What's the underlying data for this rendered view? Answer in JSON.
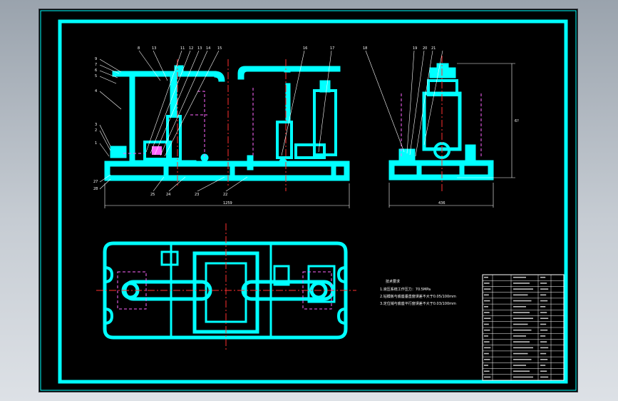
{
  "colors": {
    "outline": "#00ffff",
    "centerline": "#ff3030",
    "hatch": "#ff66ff",
    "annotation": "#ffffff",
    "paper": "#000000"
  },
  "front_view": {
    "balloons_top": [
      "8",
      "13",
      "11",
      "12",
      "13",
      "14",
      "15",
      "16",
      "17"
    ],
    "balloons_left": [
      "9",
      "7",
      "6",
      "5",
      "4",
      "3",
      "2",
      "1",
      "27",
      "28"
    ],
    "balloons_bottom": [
      "25",
      "24",
      "23",
      "22"
    ],
    "dimension_width": "1259"
  },
  "side_view": {
    "balloons_top": [
      "18",
      "19",
      "20",
      "21"
    ],
    "dimension_width": "436",
    "dimension_height": "6?"
  },
  "notes": {
    "heading": "技术要求",
    "line1": "1.液压系统工作压力：70.5MPa",
    "line2": "2.钻模板与底座垂直度误差不大于0.05/100mm",
    "line3": "3.定位销与底座平行度误差不大于0.03/100mm"
  },
  "title_block": {
    "rows": 18
  }
}
